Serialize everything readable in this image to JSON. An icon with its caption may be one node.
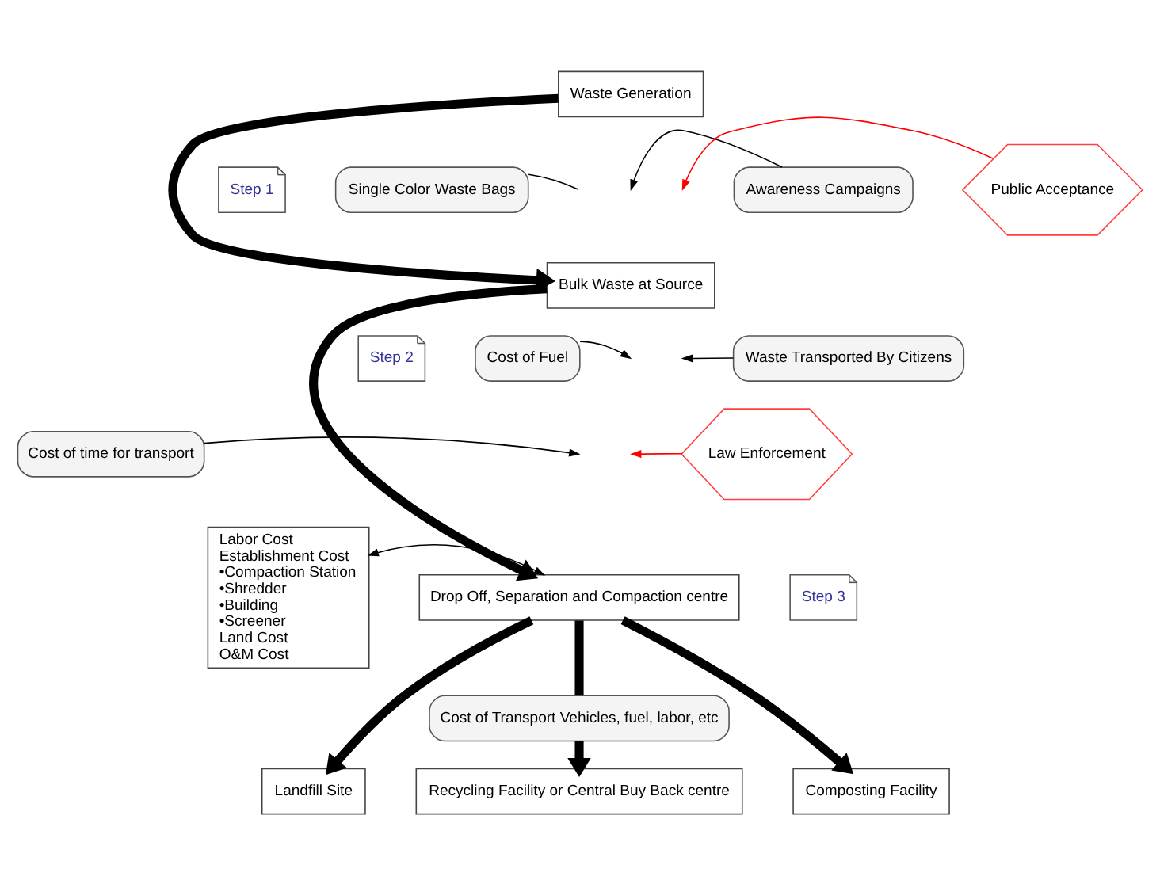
{
  "diagram": {
    "nodes": [
      {
        "text": [
          "Waste Generation"
        ]
      },
      {
        "text": [
          "Single Color Waste Bags"
        ]
      },
      {
        "text": [
          "Step 1"
        ]
      },
      {
        "text": [
          "Awareness Campaigns"
        ]
      },
      {
        "text": [
          "Bulk Waste at Source"
        ]
      },
      {
        "text": [
          "Public Acceptance"
        ]
      },
      {
        "text": [
          "Cost of Fuel"
        ]
      },
      {
        "text": [
          "Step 2"
        ]
      },
      {
        "text": [
          "Cost of time for transport"
        ]
      },
      {
        "text": [
          "Waste Transported By Citizens"
        ]
      },
      {
        "text": [
          "Drop Off, Separation and Compaction centre"
        ]
      },
      {
        "text": [
          "Labor Cost",
          "Establishment Cost",
          "•Compaction Station",
          "•Shredder",
          "•Building",
          "•Screener",
          "Land Cost",
          "O&M Cost"
        ]
      },
      {
        "text": [
          "Step 3"
        ]
      },
      {
        "text": [
          "Law Enforcement"
        ]
      },
      {
        "text": [
          "Cost of Transport Vehicles, fuel, labor, etc"
        ]
      },
      {
        "text": [
          "Landfill Site"
        ]
      },
      {
        "text": [
          "Recycling Facility or Central Buy Back centre"
        ]
      },
      {
        "text": [
          "Composting Facility"
        ]
      }
    ],
    "edges": [
      {
        "from": 0,
        "to": 4,
        "arrow": "to",
        "style": "thick"
      },
      {
        "from": 1,
        "to": null,
        "arrow": "none"
      },
      {
        "from": 3,
        "to": null,
        "arrow": "to"
      },
      {
        "from": 5,
        "to": null,
        "arrow": "to",
        "color": "#ff0000"
      },
      {
        "from": 4,
        "to": 10,
        "arrow": "to",
        "style": "thick"
      },
      {
        "from": 6,
        "to": null,
        "arrow": "to"
      },
      {
        "from": 9,
        "to": null,
        "arrow": "to"
      },
      {
        "from": 13,
        "to": null,
        "arrow": "to",
        "color": "#ff0000"
      },
      {
        "from": 8,
        "to": null,
        "arrow": "to"
      },
      {
        "from": 11,
        "to": 10,
        "arrow": "both"
      },
      {
        "from": 10,
        "to": 15,
        "arrow": "to",
        "style": "thick"
      },
      {
        "from": 10,
        "to": 14,
        "arrow": "none",
        "style": "thick"
      },
      {
        "from": 14,
        "to": 16,
        "arrow": "to",
        "style": "thick"
      },
      {
        "from": 10,
        "to": 17,
        "arrow": "to",
        "style": "thick"
      }
    ]
  }
}
